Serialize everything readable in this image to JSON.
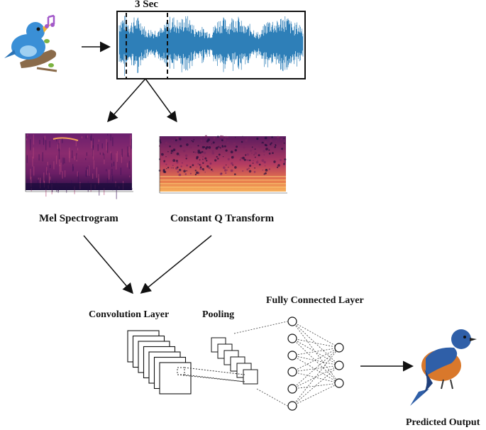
{
  "labels": {
    "waveform": "3 Sec",
    "mel": "Mel Spectrogram",
    "cqt": "Constant Q Transform",
    "conv": "Convolution Layer",
    "pooling": "Pooling",
    "fc": "Fully Connected Layer",
    "predicted": "Predicted Output"
  },
  "colors": {
    "waveform": "#2e7fb8",
    "arrow": "#111111",
    "bird_blue": "#3a8fd6",
    "robin_orange": "#d9782b",
    "robin_blue": "#2f5fa8",
    "spectrogram_dark": "#1a0c3a",
    "spectrogram_mid": "#8a2b6e",
    "spectrogram_hot": "#f08a3c"
  },
  "icons": [
    "singing-bird-icon",
    "music-note-icon",
    "robin-bird-icon"
  ]
}
